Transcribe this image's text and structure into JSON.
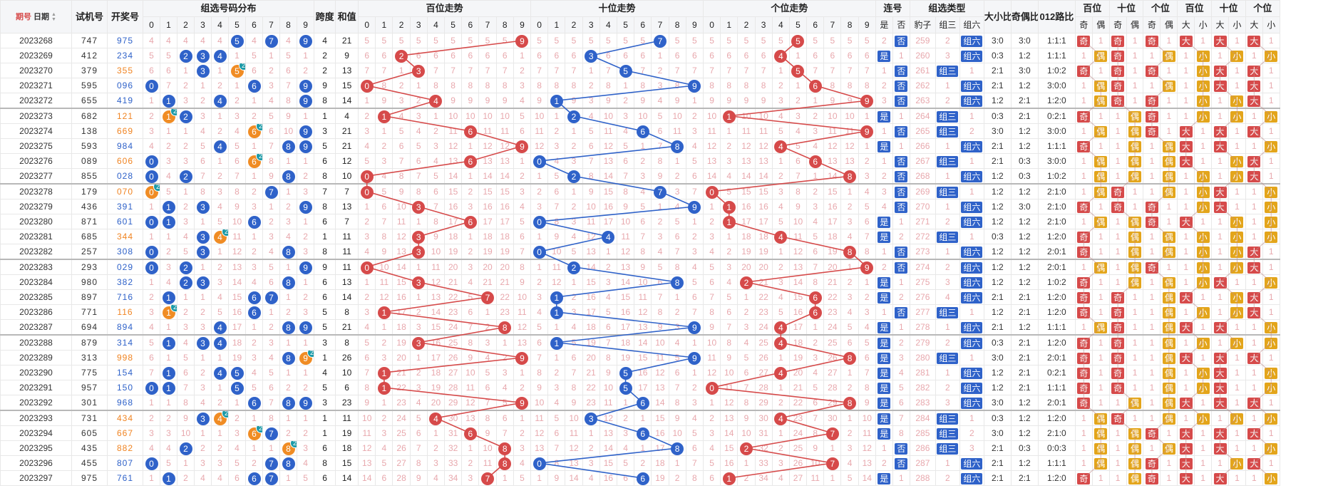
{
  "toolbar": {
    "issue_toggle": "期号",
    "date_toggle": "日期",
    "sort_up": "▲",
    "sort_down": "▼"
  },
  "headers": {
    "test_no": "试机号",
    "draw_no": "开奖号",
    "group_dist": "组选号码分布",
    "span": "跨度",
    "sum": "和值",
    "hundreds": "百位走势",
    "tens": "十位走势",
    "units": "个位走势",
    "consecutive": "连号",
    "group_type": "组选类型",
    "big_small": "大小比",
    "odd_even": "奇偶比",
    "road012": "012路比",
    "oe_hundreds": "百位",
    "oe_tens": "十位",
    "oe_units": "个位",
    "bs_hundreds": "百位",
    "bs_tens": "十位",
    "bs_units": "个位"
  },
  "subheaders": {
    "digits": [
      "0",
      "1",
      "2",
      "3",
      "4",
      "5",
      "6",
      "7",
      "8",
      "9"
    ],
    "consec": [
      "是",
      "否"
    ],
    "types": [
      "豹子",
      "组三",
      "组六"
    ],
    "oe": [
      "奇",
      "偶"
    ],
    "bs": [
      "大",
      "小"
    ]
  },
  "colors": {
    "blue": "#2f62c9",
    "orange": "#f08c24",
    "red": "#d64a4a",
    "yellow": "#e3a51b",
    "teal": "#1b9aa7"
  },
  "rows": [
    {
      "issue": "2023268",
      "test": "747",
      "draw": "975",
      "span": "4",
      "sum": "21",
      "consec": "否",
      "type": "组六",
      "bs": "3:0",
      "oe": "3:0",
      "road": "1:1:1"
    },
    {
      "issue": "2023269",
      "test": "412",
      "draw": "234",
      "span": "2",
      "sum": "9",
      "consec": "是",
      "type": "组六",
      "bs": "0:3",
      "oe": "1:2",
      "road": "1:1:1"
    },
    {
      "issue": "2023270",
      "test": "379",
      "draw": "355",
      "span": "2",
      "sum": "13",
      "consec": "否",
      "type": "组三",
      "bs": "2:1",
      "oe": "3:0",
      "road": "1:0:2"
    },
    {
      "issue": "2023271",
      "test": "595",
      "draw": "096",
      "span": "9",
      "sum": "15",
      "consec": "否",
      "type": "组六",
      "bs": "2:1",
      "oe": "1:2",
      "road": "3:0:0"
    },
    {
      "issue": "2023272",
      "test": "655",
      "draw": "419",
      "span": "8",
      "sum": "14",
      "consec": "否",
      "type": "组六",
      "bs": "1:2",
      "oe": "2:1",
      "road": "1:2:0"
    },
    {
      "issue": "2023273",
      "test": "682",
      "draw": "121",
      "span": "1",
      "sum": "4",
      "consec": "是",
      "type": "组三",
      "bs": "0:3",
      "oe": "2:1",
      "road": "0:2:1"
    },
    {
      "issue": "2023274",
      "test": "138",
      "draw": "669",
      "span": "3",
      "sum": "21",
      "consec": "否",
      "type": "组三",
      "bs": "3:0",
      "oe": "1:2",
      "road": "3:0:0"
    },
    {
      "issue": "2023275",
      "test": "593",
      "draw": "984",
      "span": "5",
      "sum": "21",
      "consec": "是",
      "type": "组六",
      "bs": "2:1",
      "oe": "1:2",
      "road": "1:1:1"
    },
    {
      "issue": "2023276",
      "test": "089",
      "draw": "606",
      "span": "6",
      "sum": "12",
      "consec": "否",
      "type": "组三",
      "bs": "2:1",
      "oe": "0:3",
      "road": "3:0:0"
    },
    {
      "issue": "2023277",
      "test": "855",
      "draw": "028",
      "span": "8",
      "sum": "10",
      "consec": "否",
      "type": "组六",
      "bs": "1:2",
      "oe": "0:3",
      "road": "1:0:2"
    },
    {
      "issue": "2023278",
      "test": "179",
      "draw": "070",
      "span": "7",
      "sum": "7",
      "consec": "否",
      "type": "组三",
      "bs": "1:2",
      "oe": "1:2",
      "road": "2:1:0"
    },
    {
      "issue": "2023279",
      "test": "436",
      "draw": "391",
      "span": "8",
      "sum": "13",
      "consec": "否",
      "type": "组六",
      "bs": "1:2",
      "oe": "3:0",
      "road": "2:1:0"
    },
    {
      "issue": "2023280",
      "test": "871",
      "draw": "601",
      "span": "6",
      "sum": "7",
      "consec": "是",
      "type": "组六",
      "bs": "1:2",
      "oe": "1:2",
      "road": "2:1:0"
    },
    {
      "issue": "2023281",
      "test": "685",
      "draw": "344",
      "span": "1",
      "sum": "11",
      "consec": "是",
      "type": "组三",
      "bs": "0:3",
      "oe": "1:2",
      "road": "1:2:0"
    },
    {
      "issue": "2023282",
      "test": "257",
      "draw": "308",
      "span": "8",
      "sum": "11",
      "consec": "否",
      "type": "组六",
      "bs": "1:2",
      "oe": "1:2",
      "road": "2:0:1"
    },
    {
      "issue": "2023283",
      "test": "293",
      "draw": "029",
      "span": "9",
      "sum": "11",
      "consec": "否",
      "type": "组六",
      "bs": "1:2",
      "oe": "1:2",
      "road": "2:0:1"
    },
    {
      "issue": "2023284",
      "test": "980",
      "draw": "382",
      "span": "6",
      "sum": "13",
      "consec": "是",
      "type": "组六",
      "bs": "1:2",
      "oe": "1:2",
      "road": "1:0:2"
    },
    {
      "issue": "2023285",
      "test": "897",
      "draw": "716",
      "span": "6",
      "sum": "14",
      "consec": "是",
      "type": "组六",
      "bs": "2:1",
      "oe": "2:1",
      "road": "1:2:0"
    },
    {
      "issue": "2023286",
      "test": "771",
      "draw": "116",
      "span": "5",
      "sum": "8",
      "consec": "否",
      "type": "组三",
      "bs": "1:2",
      "oe": "2:1",
      "road": "1:2:0"
    },
    {
      "issue": "2023287",
      "test": "694",
      "draw": "894",
      "span": "5",
      "sum": "21",
      "consec": "是",
      "type": "组六",
      "bs": "2:1",
      "oe": "1:2",
      "road": "1:1:1"
    },
    {
      "issue": "2023288",
      "test": "879",
      "draw": "314",
      "span": "3",
      "sum": "8",
      "consec": "是",
      "type": "组六",
      "bs": "0:3",
      "oe": "2:1",
      "road": "1:2:0"
    },
    {
      "issue": "2023289",
      "test": "313",
      "draw": "998",
      "span": "1",
      "sum": "26",
      "consec": "是",
      "type": "组三",
      "bs": "3:0",
      "oe": "2:1",
      "road": "2:0:1"
    },
    {
      "issue": "2023290",
      "test": "775",
      "draw": "154",
      "span": "4",
      "sum": "10",
      "consec": "是",
      "type": "组六",
      "bs": "1:2",
      "oe": "2:1",
      "road": "0:2:1"
    },
    {
      "issue": "2023291",
      "test": "957",
      "draw": "150",
      "span": "5",
      "sum": "6",
      "consec": "是",
      "type": "组六",
      "bs": "1:2",
      "oe": "2:1",
      "road": "1:1:1"
    },
    {
      "issue": "2023292",
      "test": "301",
      "draw": "968",
      "span": "3",
      "sum": "23",
      "consec": "是",
      "type": "组六",
      "bs": "3:0",
      "oe": "1:2",
      "road": "2:0:1"
    },
    {
      "issue": "2023293",
      "test": "731",
      "draw": "434",
      "span": "1",
      "sum": "11",
      "consec": "是",
      "type": "组三",
      "bs": "0:3",
      "oe": "1:2",
      "road": "1:2:0"
    },
    {
      "issue": "2023294",
      "test": "605",
      "draw": "667",
      "span": "1",
      "sum": "19",
      "consec": "是",
      "type": "组三",
      "bs": "3:0",
      "oe": "1:2",
      "road": "2:1:0"
    },
    {
      "issue": "2023295",
      "test": "435",
      "draw": "882",
      "span": "6",
      "sum": "18",
      "consec": "否",
      "type": "组三",
      "bs": "2:1",
      "oe": "0:3",
      "road": "0:0:3"
    },
    {
      "issue": "2023296",
      "test": "455",
      "draw": "807",
      "span": "8",
      "sum": "15",
      "consec": "否",
      "type": "组六",
      "bs": "2:1",
      "oe": "1:2",
      "road": "1:1:1"
    },
    {
      "issue": "2023297",
      "test": "975",
      "draw": "761",
      "span": "6",
      "sum": "14",
      "consec": "是",
      "type": "组六",
      "bs": "2:1",
      "oe": "2:1",
      "road": "1:2:0"
    }
  ]
}
